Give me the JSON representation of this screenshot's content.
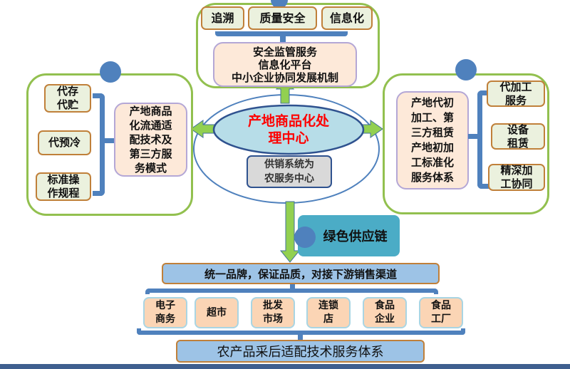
{
  "top": {
    "tags": [
      "追溯",
      "质量安全",
      "信息化"
    ],
    "summary": "安全监管服务\n信息化平台\n中小企业协同发展机制"
  },
  "left": {
    "items": [
      "代存\n代贮",
      "代预冷",
      "标准操\n作规程"
    ],
    "summary": "产地商品\n化流通适\n配技术及\n第三方服\n务模式"
  },
  "right": {
    "items": [
      "代加工\n服务",
      "设备\n租赁",
      "精深加\n工协同"
    ],
    "summary": "产地代初\n加工、第\n三方租赁\n产地初加\n工标准化\n服务体系"
  },
  "center": {
    "title": "产地商品化处\n理中心",
    "subtitle": "供销系统为\n农服务中心"
  },
  "supply_chain": "绿色供应链",
  "brand_bar": "统一品牌，保证品质，对接下游销售渠道",
  "channels": [
    "电子\n商务",
    "超市",
    "批发\n市场",
    "连锁\n店",
    "食品\n企业",
    "食品\n工厂"
  ],
  "bottom_bar": "农产品采后适配技术服务体系",
  "colors": {
    "panel_border": "#92c04f",
    "connector": "#4f81bd",
    "arrow": "#92d050",
    "center_title": "#ff0000",
    "supply_chain_bg": "#4bacc6"
  }
}
